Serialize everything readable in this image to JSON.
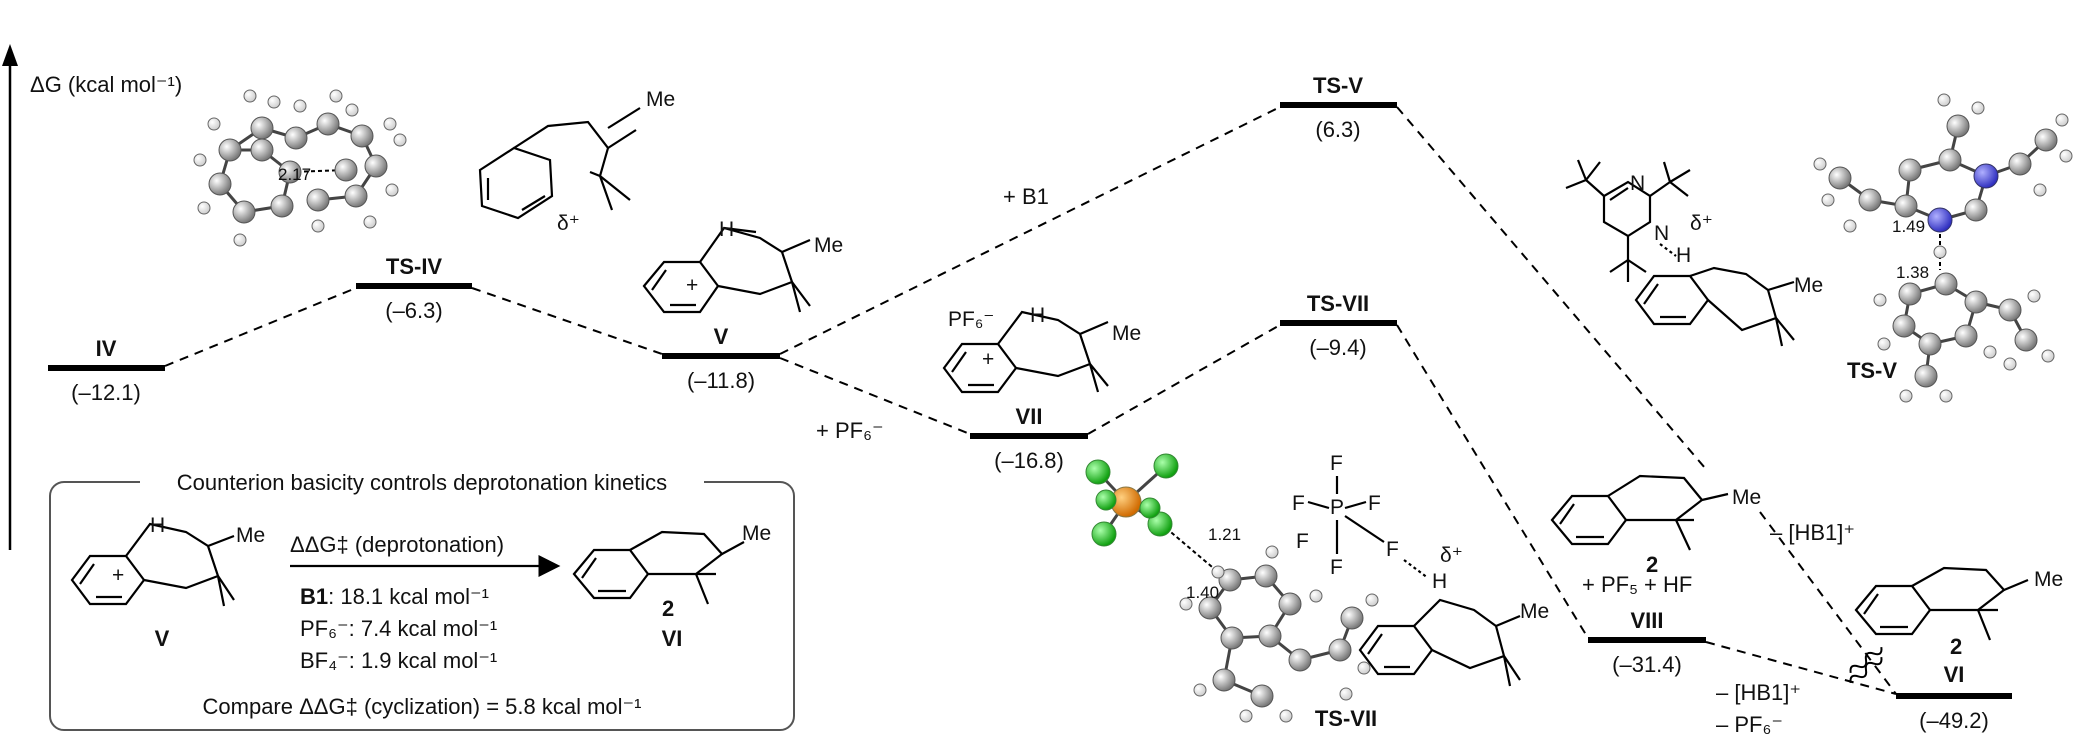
{
  "axis": {
    "label": "ΔG (kcal mol⁻¹)"
  },
  "species": [
    {
      "id": "IV",
      "label": "IV",
      "energy": "(–12.1)"
    },
    {
      "id": "TS-IV",
      "label": "TS-IV",
      "energy": "(–6.3)"
    },
    {
      "id": "V",
      "label": "V",
      "energy": "(–11.8)"
    },
    {
      "id": "TS-V",
      "label": "TS-V",
      "energy": "(6.3)"
    },
    {
      "id": "VII",
      "label": "VII",
      "energy": "(–16.8)"
    },
    {
      "id": "TS-VII",
      "label": "TS-VII",
      "energy": "(–9.4)"
    },
    {
      "id": "VIII",
      "label": "VIII",
      "energy": "(–31.4)"
    },
    {
      "id": "VI",
      "label": "VI",
      "energy": "(–49.2)"
    }
  ],
  "reagents": {
    "b1": "+ B1",
    "pf6": "+ PF₆⁻",
    "pf5hf": "+ PF₅ + HF",
    "hb1_right": "– [HB1]⁺",
    "hb1_bottom": "– [HB1]⁺",
    "pf6_loss": "– PF₆⁻"
  },
  "structure_labels": {
    "me": "Me",
    "delta_plus": "δ⁺",
    "h": "H",
    "pf6_anion": "PF₆⁻",
    "product_number": "2",
    "f": "F",
    "p": "P",
    "n": "N"
  },
  "geometry_labels": {
    "ts_iv_bond": "2.17",
    "ts_vii_bond_a": "1.21",
    "ts_vii_bond_b": "1.40",
    "ts_v_bond_a": "1.49",
    "ts_v_bond_b": "1.38",
    "ts_vii_3d": "TS-VII",
    "ts_v_3d": "TS-V"
  },
  "inset": {
    "title": "Counterion basicity controls deprotonation kinetics",
    "reactant": "V",
    "product": "VI",
    "arrow_label": "ΔΔG‡ (deprotonation)",
    "rows": [
      {
        "name": "B1",
        "value": ":   18.1 kcal mol⁻¹"
      },
      {
        "name": "PF₆⁻",
        "value": ": 7.4 kcal mol⁻¹"
      },
      {
        "name": "BF₄⁻",
        "value": ": 1.9 kcal mol⁻¹"
      }
    ],
    "compare": "Compare ΔΔG‡ (cyclization) = 5.8 kcal mol⁻¹"
  },
  "colors": {
    "phosphorus": "#e8820c",
    "fluorine": "#22cc22",
    "nitrogen": "#5555dd",
    "carbon": "#9a9a9a",
    "hydrogen": "#ffffff"
  }
}
